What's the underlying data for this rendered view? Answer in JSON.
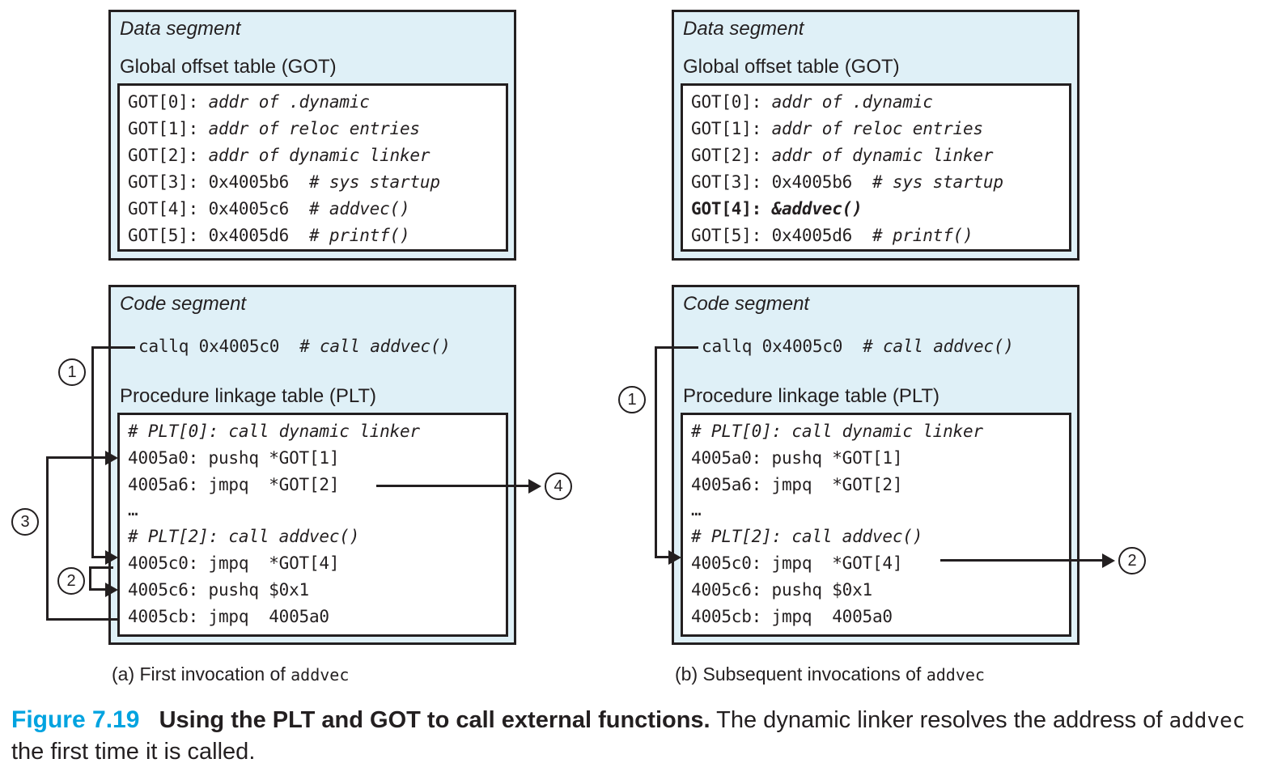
{
  "figure": {
    "number": "Figure 7.19",
    "number_color": "#00a3e0",
    "title": "Using the PLT and GOT to call external functions.",
    "body_before": " The dynamic linker resolves the address of ",
    "body_mono": "addvec",
    "body_after": " the first time it is called."
  },
  "panels": {
    "left": {
      "sub_caption_prefix": "(a) First invocation of ",
      "sub_caption_mono": "addvec",
      "data_segment": {
        "title": "Data segment",
        "subtitle": "Global offset table (GOT)",
        "rows": [
          {
            "label": "GOT[0]:",
            "value": "addr of .dynamic",
            "value_style": "italic",
            "bold": false
          },
          {
            "label": "GOT[1]:",
            "value": "addr of reloc entries",
            "value_style": "italic",
            "bold": false
          },
          {
            "label": "GOT[2]:",
            "value": "addr of dynamic linker",
            "value_style": "italic",
            "bold": false
          },
          {
            "label": "GOT[3]:",
            "value": "0x4005b6",
            "comment": "# sys startup",
            "value_style": "plain",
            "bold": false
          },
          {
            "label": "GOT[4]:",
            "value": "0x4005c6",
            "comment": "# addvec()",
            "value_style": "plain",
            "bold": false
          },
          {
            "label": "GOT[5]:",
            "value": "0x4005d6",
            "comment": "# printf()",
            "value_style": "plain",
            "bold": false
          }
        ]
      },
      "code_segment": {
        "title": "Code segment",
        "callq": "callq 0x4005c0",
        "callq_comment": "# call addvec()",
        "subtitle": "Procedure linkage table (PLT)",
        "rows": [
          {
            "text": "# PLT[0]: call dynamic linker",
            "style": "italic"
          },
          {
            "text": "4005a0: pushq *GOT[1]",
            "style": "plain"
          },
          {
            "text": "4005a6: jmpq  *GOT[2]",
            "style": "plain"
          },
          {
            "text": "…",
            "style": "plain"
          },
          {
            "text": "# PLT[2]: call addvec()",
            "style": "italic"
          },
          {
            "text": "4005c0: jmpq  *GOT[4]",
            "style": "plain"
          },
          {
            "text": "4005c6: pushq $0x1",
            "style": "plain"
          },
          {
            "text": "4005cb: jmpq  4005a0",
            "style": "plain"
          }
        ]
      },
      "step_markers": [
        "1",
        "3",
        "2",
        "4"
      ]
    },
    "right": {
      "sub_caption_prefix": "(b) Subsequent invocations of ",
      "sub_caption_mono": "addvec",
      "data_segment": {
        "title": "Data segment",
        "subtitle": "Global offset table (GOT)",
        "rows": [
          {
            "label": "GOT[0]:",
            "value": "addr of .dynamic",
            "value_style": "italic",
            "bold": false
          },
          {
            "label": "GOT[1]:",
            "value": "addr of reloc entries",
            "value_style": "italic",
            "bold": false
          },
          {
            "label": "GOT[2]:",
            "value": "addr of dynamic linker",
            "value_style": "italic",
            "bold": false
          },
          {
            "label": "GOT[3]:",
            "value": "0x4005b6",
            "comment": "# sys startup",
            "value_style": "plain",
            "bold": false
          },
          {
            "label": "GOT[4]:",
            "value": "&addvec()",
            "comment": "",
            "value_style": "italic",
            "bold": true
          },
          {
            "label": "GOT[5]:",
            "value": "0x4005d6",
            "comment": "# printf()",
            "value_style": "plain",
            "bold": false
          }
        ]
      },
      "code_segment": {
        "title": "Code segment",
        "callq": "callq 0x4005c0",
        "callq_comment": "# call addvec()",
        "subtitle": "Procedure linkage table (PLT)",
        "rows": [
          {
            "text": "# PLT[0]: call dynamic linker",
            "style": "italic"
          },
          {
            "text": "4005a0: pushq *GOT[1]",
            "style": "plain"
          },
          {
            "text": "4005a6: jmpq  *GOT[2]",
            "style": "plain"
          },
          {
            "text": "…",
            "style": "plain"
          },
          {
            "text": "# PLT[2]: call addvec()",
            "style": "italic"
          },
          {
            "text": "4005c0: jmpq  *GOT[4]",
            "style": "plain"
          },
          {
            "text": "4005c6: pushq $0x1",
            "style": "plain"
          },
          {
            "text": "4005cb: jmpq  4005a0",
            "style": "plain"
          }
        ]
      },
      "step_markers": [
        "1",
        "2"
      ]
    }
  },
  "colors": {
    "panel_fill": "#dff0f7",
    "ink": "#231f20",
    "accent": "#00a3e0"
  }
}
